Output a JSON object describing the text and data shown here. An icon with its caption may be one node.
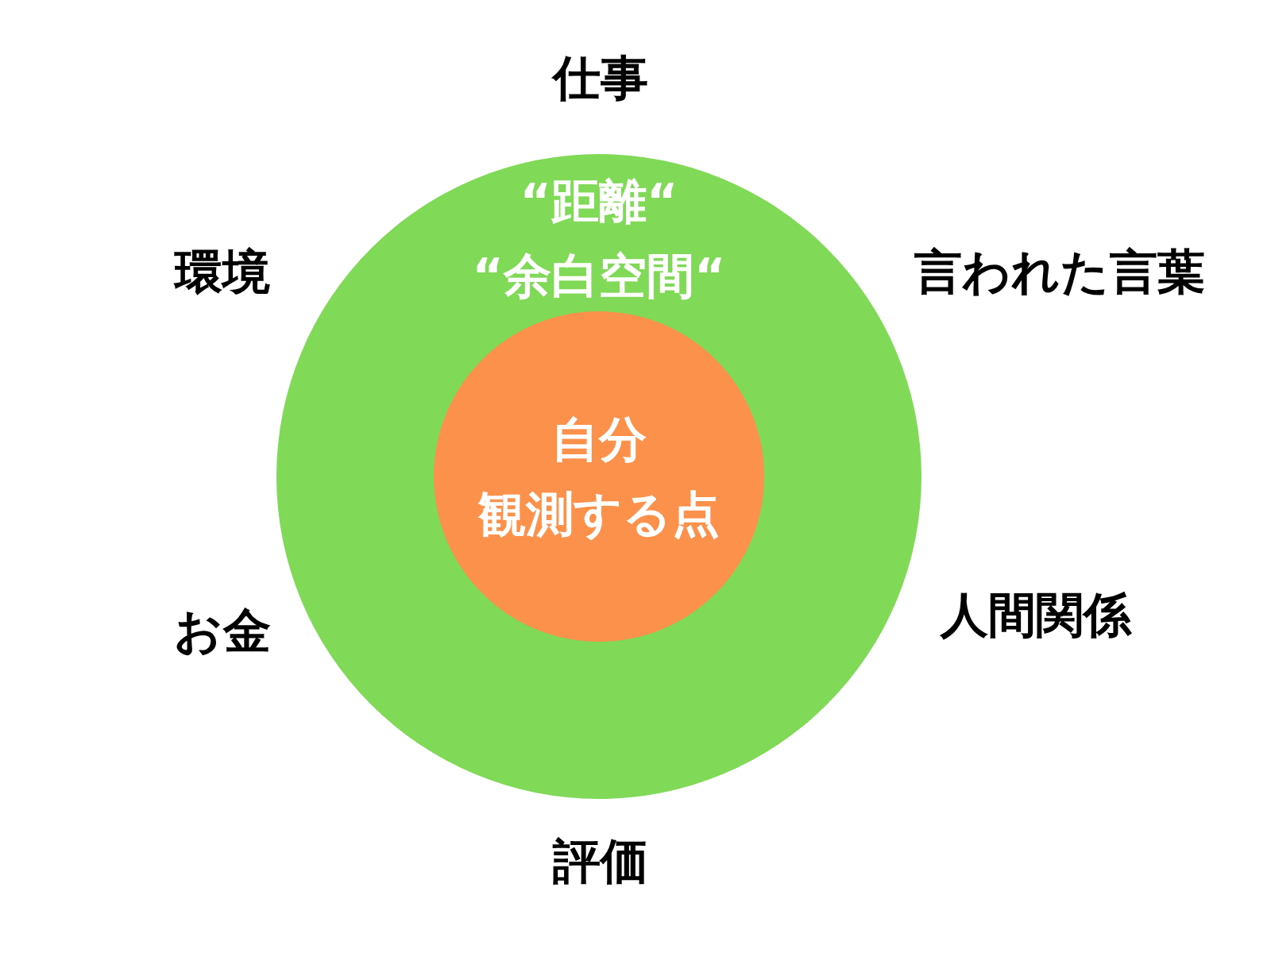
{
  "diagram": {
    "nodes": [
      {
        "text": [
          "“距離“",
          "“余白空間“"
        ]
      },
      {
        "text": [
          "自分",
          "観測する点"
        ],
        "in": 0
      }
    ],
    "labels": [
      "仕事",
      "環境",
      "言われた言葉",
      "お金",
      "人間関係",
      "評価"
    ]
  }
}
